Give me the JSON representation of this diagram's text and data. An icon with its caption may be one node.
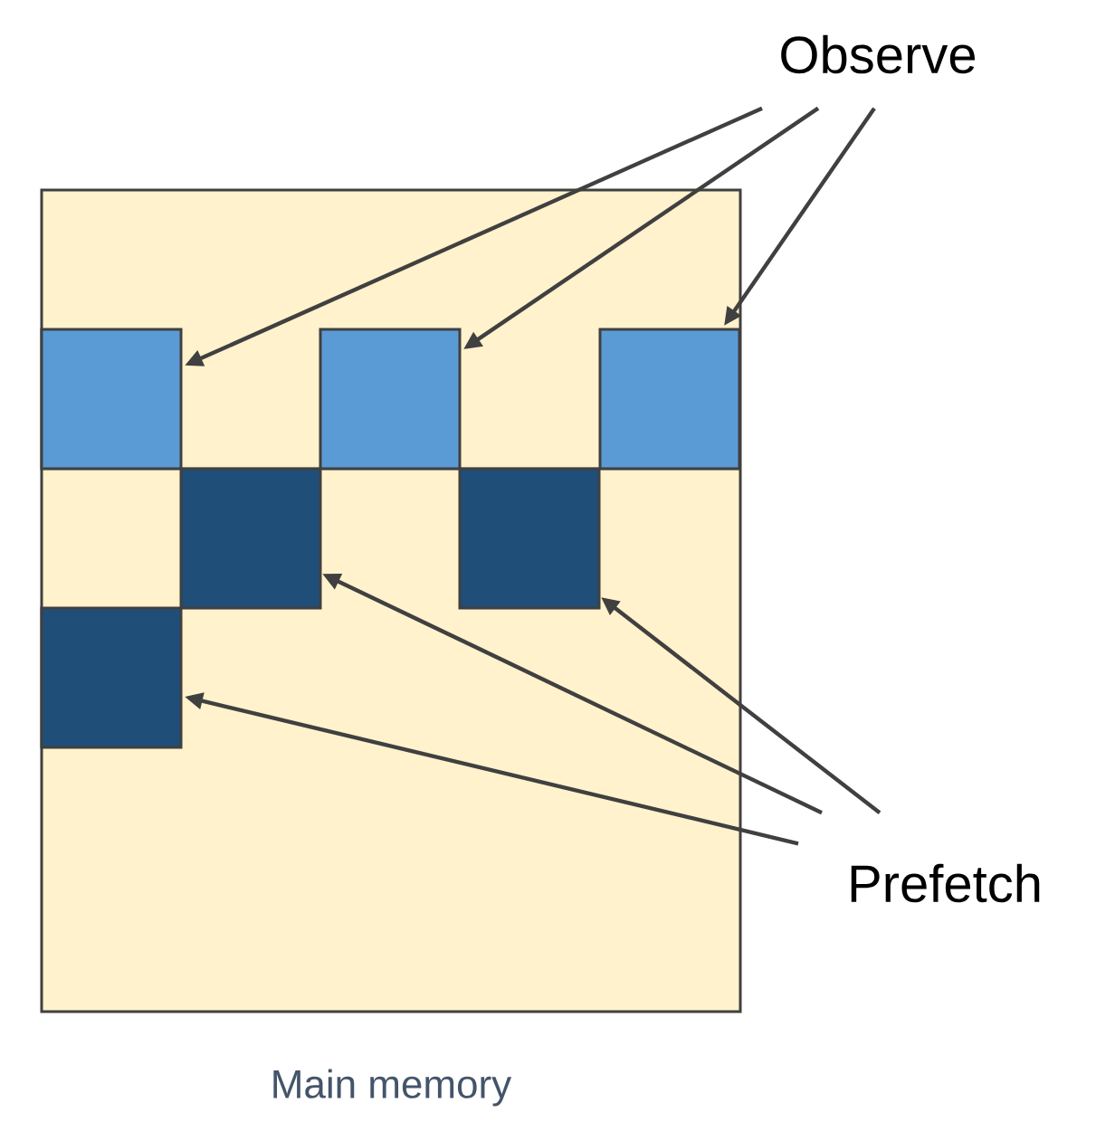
{
  "diagram": {
    "nodes": [
      {
        "text": [
          "Observe"
        ]
      },
      {
        "text": [],
        "shape": "box",
        "beside": [
          "Main memory"
        ]
      },
      {
        "text": [],
        "shape": "box",
        "in": 1
      },
      {
        "text": [],
        "shape": "box",
        "in": 1
      },
      {
        "text": [],
        "shape": "box",
        "in": 1
      },
      {
        "text": [],
        "shape": "box",
        "in": 1
      },
      {
        "text": [],
        "shape": "box",
        "in": 1
      },
      {
        "text": [],
        "shape": "box",
        "in": 1
      },
      {
        "text": [
          "Prefetch"
        ]
      }
    ],
    "edges": [
      {
        "from": 0,
        "to": 2,
        "arrow": "to"
      },
      {
        "from": 0,
        "to": 3,
        "arrow": "to"
      },
      {
        "from": 0,
        "to": 4,
        "arrow": "to"
      },
      {
        "from": 8,
        "to": 5,
        "arrow": "to"
      },
      {
        "from": 8,
        "to": 6,
        "arrow": "to"
      },
      {
        "from": 8,
        "to": 7,
        "arrow": "to"
      }
    ]
  }
}
